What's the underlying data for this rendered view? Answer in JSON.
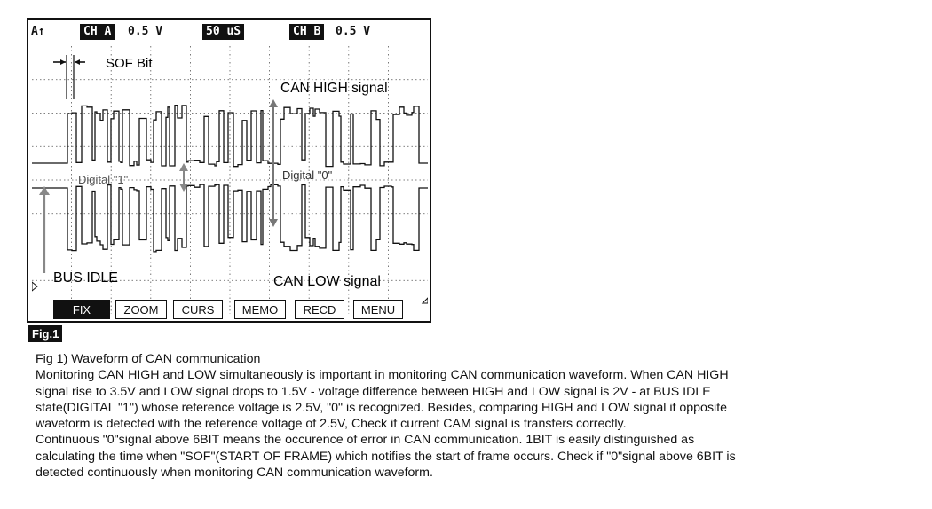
{
  "scope": {
    "status": {
      "trigger": "A↑",
      "ch_a_label": "CH A",
      "ch_a_value": "0.5 V",
      "timebase": "50 uS",
      "ch_b_label": "CH B",
      "ch_b_value": "0.5 V"
    },
    "annotations": {
      "sof_bit": "SOF Bit",
      "can_high": "CAN HIGH signal",
      "digital_1": "Digital \"1\"",
      "digital_0": "Digital \"0\"",
      "bus_idle": "BUS IDLE",
      "can_low": "CAN LOW signal"
    },
    "softkeys": [
      "FIX",
      "ZOOM",
      "CURS",
      "MEMO",
      "RECD",
      "MENU"
    ],
    "active_softkey": "FIX"
  },
  "figure": {
    "label": "Fig.1"
  },
  "caption": {
    "title": "Fig 1) Waveform of CAN communication",
    "lines": [
      "Monitoring CAN HIGH and LOW simultaneously is important in monitoring CAN communication waveform. When CAN HIGH",
      "signal rise to 3.5V and LOW signal drops to 1.5V - voltage difference between HIGH and LOW signal is 2V - at BUS IDLE",
      "state(DIGITAL \"1\") whose reference voltage is 2.5V, \"0\" is recognized. Besides, comparing HIGH and LOW signal if opposite",
      "waveform is detected with the reference voltage of 2.5V, Check if current CAM signal is transfers correctly.",
      "Continuous \"0\"signal above 6BIT means the occurence of error in CAN communication. 1BIT is easily distinguished as",
      "calculating the time when \"SOF\"(START OF FRAME) which notifies the start of frame occurs. Check if \"0\"signal above 6BIT is",
      "detected continuously when monitoring CAN communication waveform."
    ]
  }
}
